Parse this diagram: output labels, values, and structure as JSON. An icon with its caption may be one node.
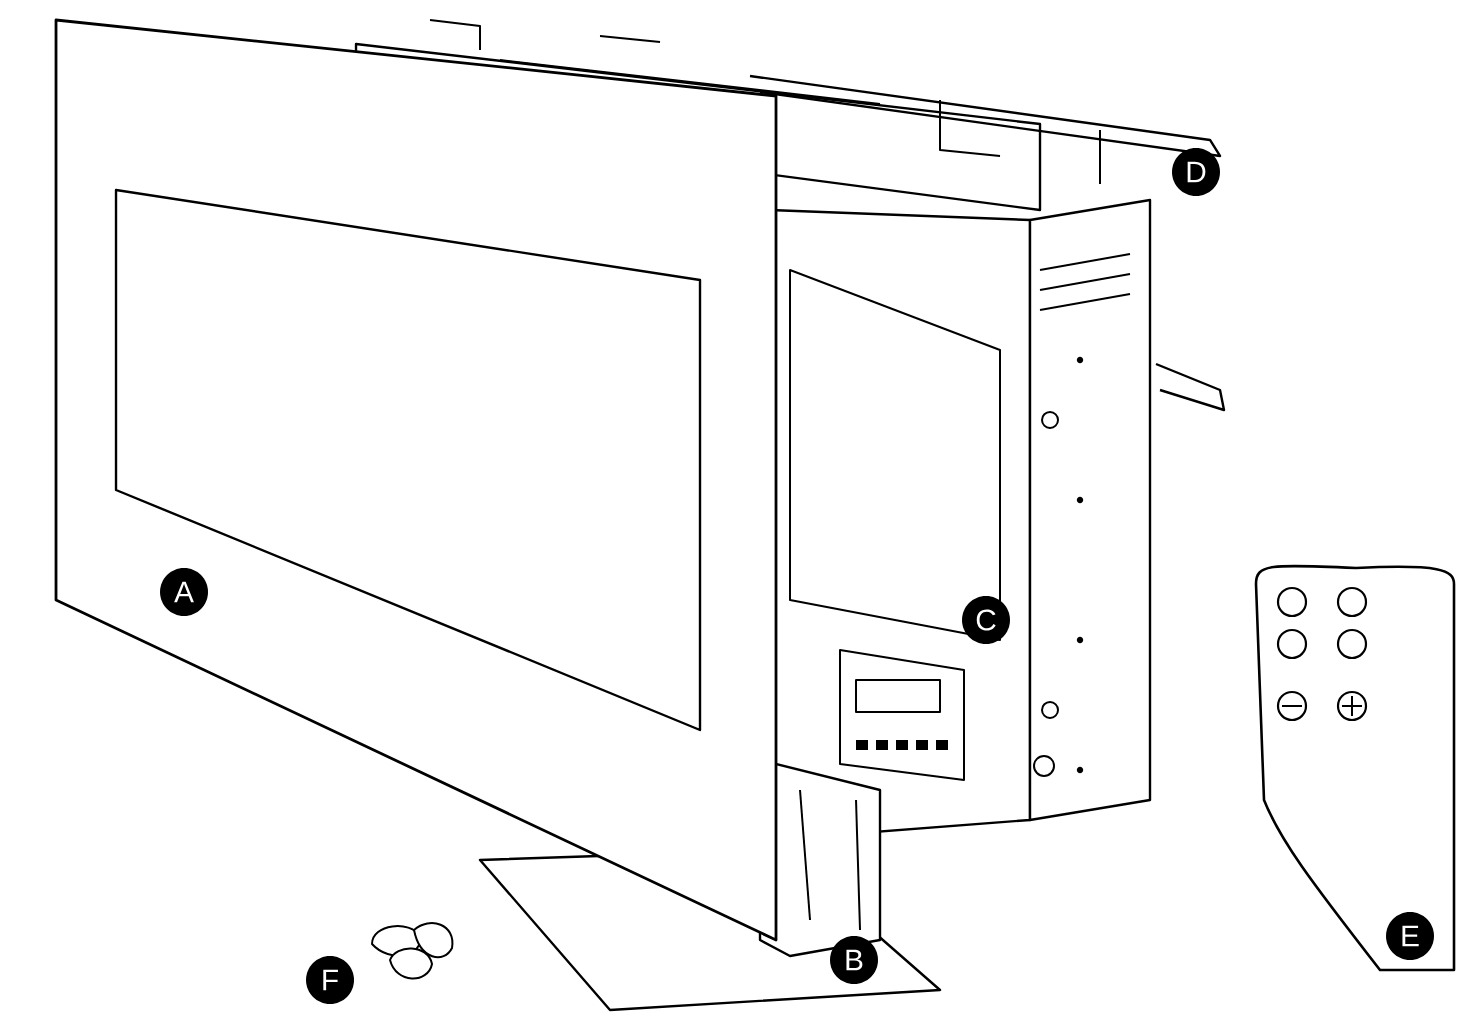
{
  "diagram": {
    "labels": [
      "D",
      "A",
      "C",
      "E",
      "B",
      "F"
    ]
  }
}
